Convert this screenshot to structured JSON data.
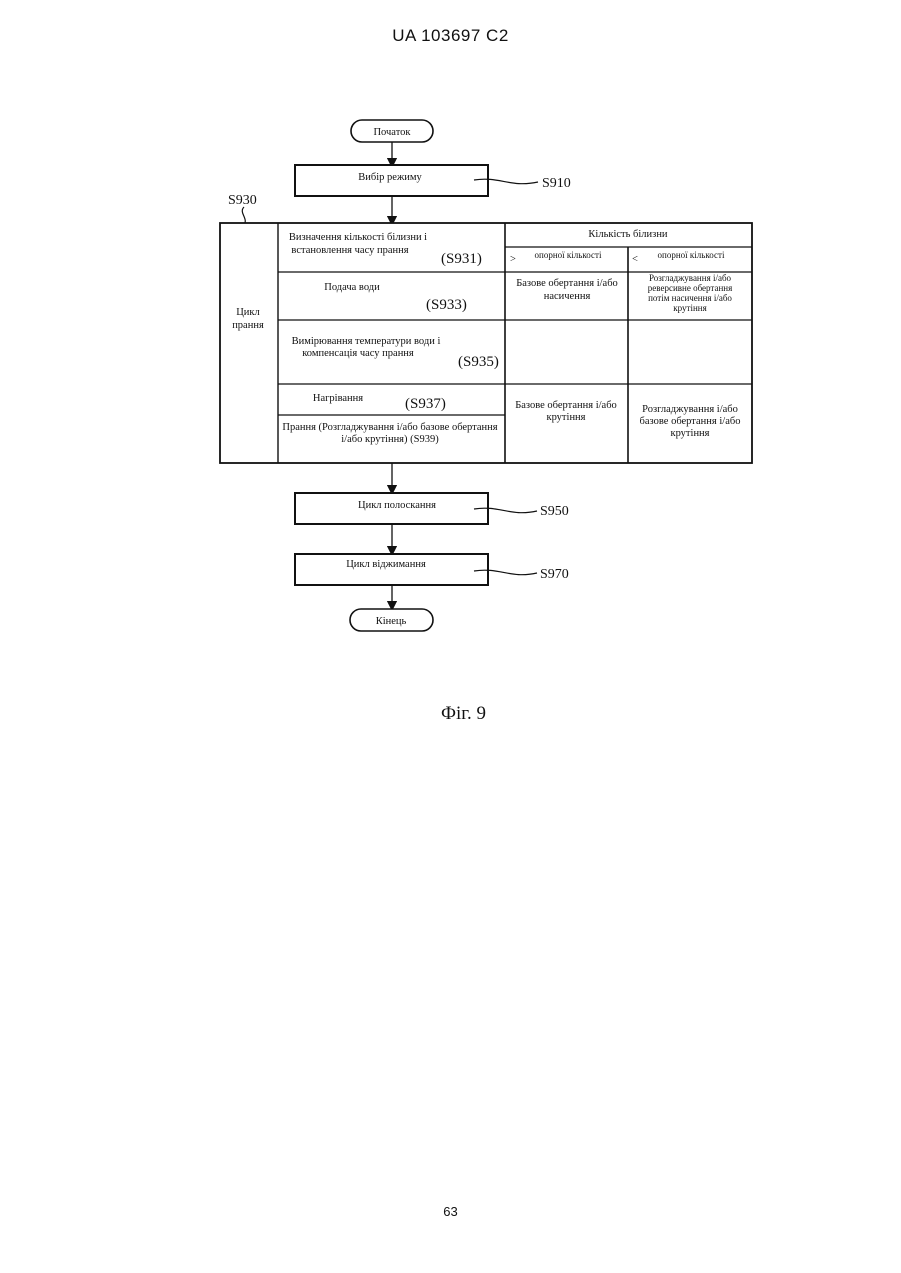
{
  "header": {
    "patent_number": "UA   103697   C2"
  },
  "footer": {
    "page_number": "63"
  },
  "figure": {
    "caption": "Фіг. 9",
    "start_label": "Початок",
    "end_label": "Кінець",
    "mode_select": {
      "label": "Вибір режиму",
      "code": "S910"
    },
    "wash_cycle": {
      "code": "S930",
      "label_line1": "Цикл",
      "label_line2": "прання",
      "header": {
        "title": "Кількість білизни",
        "col1_sign": ">",
        "col1_label": "опорної кількості",
        "col2_sign": "<",
        "col2_label": "опорної кількості"
      },
      "steps": [
        {
          "line1": "Визначення кількості білизни і",
          "line2": "встановлення часу прання",
          "code": "(S931)"
        },
        {
          "line1": "Подача води",
          "line2": "",
          "code": "(S933)"
        },
        {
          "line1": "Вимірювання температури води і",
          "line2": "компенсація часу прання",
          "code": "(S935)"
        },
        {
          "line1": "Нагрівання",
          "line2": "",
          "code": "(S937)"
        },
        {
          "line1": "Прання (Розгладжування і/або базове обертання",
          "line2": "і/або крутіння) (S939)",
          "code": ""
        }
      ],
      "col1": {
        "water_line1": "Базове обертання і/або",
        "water_line2": "насичення",
        "wash_line1": "Базове обертання і/або",
        "wash_line2": "крутіння"
      },
      "col2": {
        "water_line1": "Розгладжування і/або",
        "water_line2": "реверсивне обертання",
        "water_line3": "потім насичення і/або",
        "water_line4": "крутіння",
        "wash_line1": "Розгладжування і/або",
        "wash_line2": "базове обертання і/або",
        "wash_line3": "крутіння"
      }
    },
    "rinse": {
      "label": "Цикл полоскання",
      "code": "S950"
    },
    "spin": {
      "label": "Цикл віджимання",
      "code": "S970"
    }
  }
}
